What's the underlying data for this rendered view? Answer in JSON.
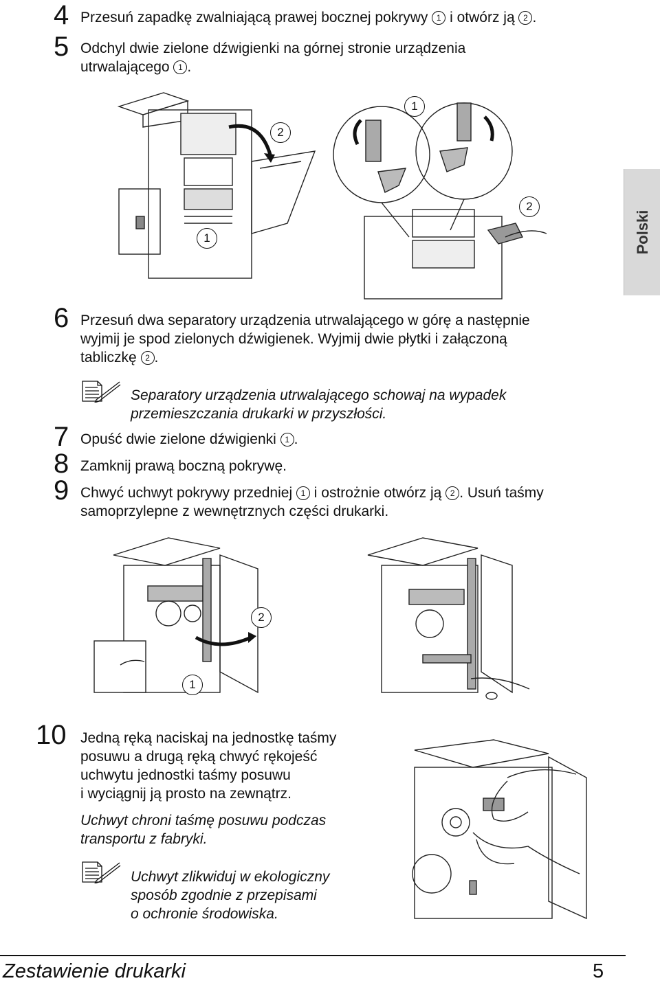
{
  "side_tab": "Polski",
  "steps": [
    {
      "num": "4",
      "pre": "Przesuń zapadkę zwalniającą prawej bocznej pokrywy ",
      "c1": "1",
      "mid": " i otwórz ją ",
      "c2": "2",
      "post": "."
    },
    {
      "num": "5",
      "line1": "Odchyl dwie zielone dźwigienki na górnej stronie urządzenia",
      "line2_pre": "utrwalającego ",
      "c1": "1",
      "post": "."
    },
    {
      "num": "6",
      "line1": "Przesuń dwa separatory urządzenia utrwalającego w górę a następnie",
      "line2": "wyjmij je spod zielonych dźwigienek. Wyjmij dwie płytki i załączoną",
      "line3_pre": "tabliczkę ",
      "c2": "2",
      "post": "."
    },
    {
      "num": "7",
      "pre": "Opuść dwie zielone dźwigienki ",
      "c1": "1",
      "post": "."
    },
    {
      "num": "8",
      "text": "Zamknij prawą boczną pokrywę."
    },
    {
      "num": "9",
      "pre": "Chwyć uchwyt pokrywy przedniej ",
      "c1": "1",
      "mid": " i ostrożnie otwórz ją ",
      "c2": "2",
      "post": ". Usuń taśmy",
      "line2": "samoprzylepne z wewnętrznych części drukarki."
    },
    {
      "num": "10",
      "line1": "Jedną ręką naciskaj na jednostkę taśmy",
      "line2": "posuwu a drugą ręką chwyć rękojeść",
      "line3": "uchwytu jednostki taśmy posuwu",
      "line4": "i wyciągnij ją prosto na zewnątrz.",
      "italic1": "Uchwyt chroni taśmę posuwu podczas",
      "italic2": "transportu z fabryki."
    }
  ],
  "notes": [
    {
      "line1": "Separatory urządzenia utrwalającego schowaj na wypadek",
      "line2": "przemieszczania drukarki w przyszłości."
    },
    {
      "line1": "Uchwyt zlikwiduj w ekologiczny",
      "line2": "sposób zgodnie z przepisami",
      "line3": "o ochronie środowiska."
    }
  ],
  "callouts": {
    "one": "1",
    "two": "2"
  },
  "icons": {
    "note": "note-pencil-icon"
  },
  "footer": {
    "title": "Zestawienie drukarki",
    "page": "5"
  }
}
